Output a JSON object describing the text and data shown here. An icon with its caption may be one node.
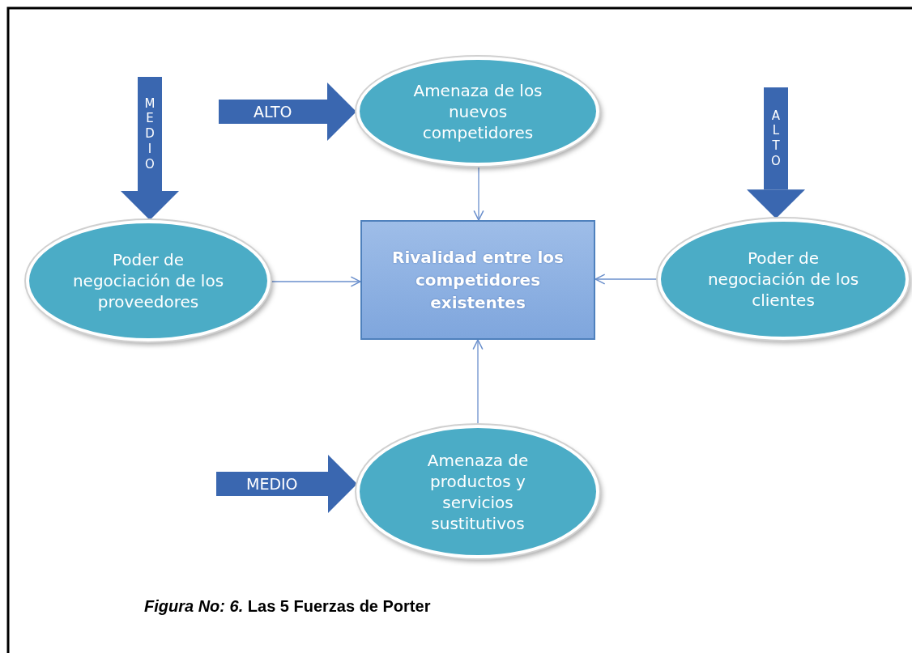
{
  "diagram": {
    "caption": "*Figura No: 6.* Las 5 Fuerzas de Porter",
    "nodes": [
      {
        "text": [
          "Amenaza de los nuevos competidores"
        ]
      },
      {
        "text": [
          "Poder de negociación de los proveedores"
        ]
      },
      {
        "text": [
          "Rivalidad entre los competidores existentes"
        ]
      },
      {
        "text": [
          "Poder de negociación de los clientes"
        ]
      },
      {
        "text": [
          "Amenaza de productos y servicios sustitutivos"
        ]
      }
    ],
    "edges": [
      {
        "from": 0,
        "to": 2,
        "arrow": "to"
      },
      {
        "from": 1,
        "to": 2,
        "arrow": "to"
      },
      {
        "from": 3,
        "to": 2,
        "arrow": "to"
      },
      {
        "from": 4,
        "to": 2,
        "arrow": "to"
      },
      {
        "from": null,
        "to": 1,
        "arrow": "to",
        "label": "MEDIO",
        "style": "thick",
        "color": "#3a67b0"
      },
      {
        "from": null,
        "to": 0,
        "arrow": "to",
        "label": "ALTO",
        "style": "thick",
        "color": "#3a67b0"
      },
      {
        "from": null,
        "to": 3,
        "arrow": "to",
        "label": "ALTO",
        "style": "thick",
        "color": "#3a67b0"
      },
      {
        "from": null,
        "to": 4,
        "arrow": "to",
        "label": "MEDIO",
        "style": "thick",
        "color": "#3a67b0"
      }
    ]
  }
}
